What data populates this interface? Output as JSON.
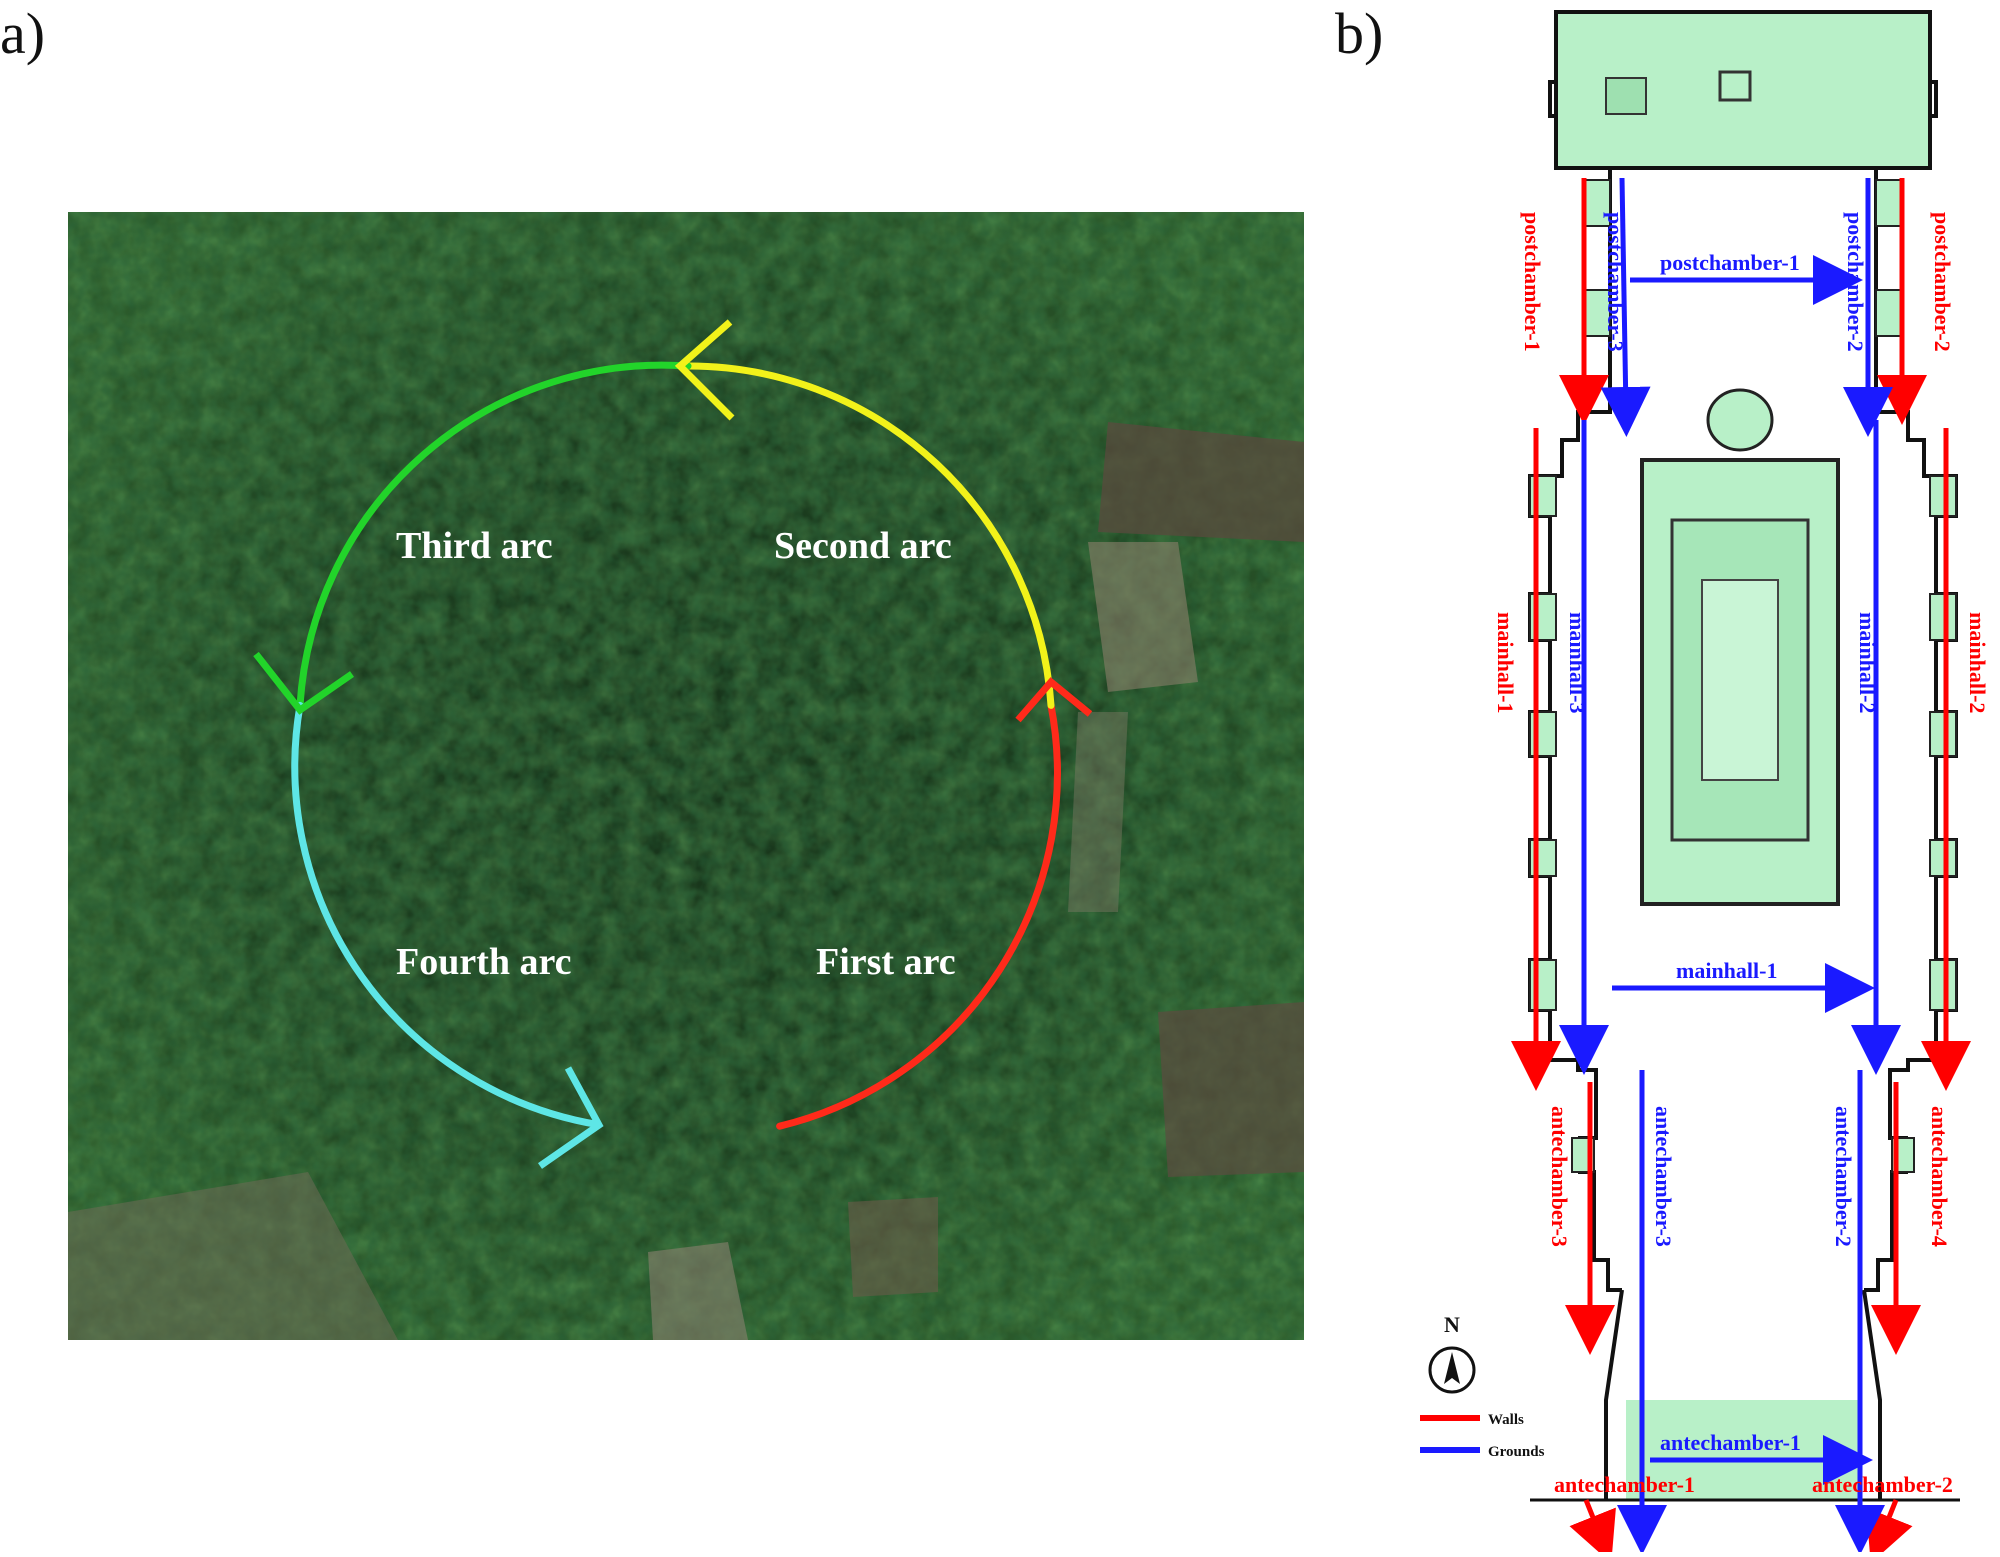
{
  "panels": {
    "a_label": "a)",
    "b_label": "b)"
  },
  "arcs": {
    "first": "First arc",
    "second": "Second arc",
    "third": "Third arc",
    "fourth": "Fourth arc"
  },
  "arc_colors": {
    "first": "#ff2a1a",
    "second": "#f2f21a",
    "third": "#22d42a",
    "fourth": "#5ee6e6"
  },
  "plan_labels": {
    "postchamber_1_ground": "postchamber-1",
    "postchamber_1_wall": "postchamber-1",
    "postchamber_2": "postchamber-2",
    "postchamber_3a": "postchamber-3",
    "postchamber_3b": "postchamber-2",
    "mainhall_1": "mainhall-1",
    "mainhall_1_wall": "mainhall-1",
    "mainhall_2_wall": "mainhall-2",
    "mainhall_2_ground": "mainhall-2",
    "mainhall_3": "mainhall-3",
    "antechamber_1_ground": "antechamber-1",
    "antechamber_1_wall": "antechamber-1",
    "antechamber_2_wall": "antechamber-2",
    "antechamber_2_ground": "antechamber-2",
    "antechamber_3_wall": "antechamber-3",
    "antechamber_3_ground": "antechamber-3",
    "antechamber_4": "antechamber-4"
  },
  "legend": {
    "north": "N",
    "walls": "Walls",
    "grounds": "Grounds",
    "walls_color": "#ff0000",
    "grounds_color": "#1a1aff"
  }
}
